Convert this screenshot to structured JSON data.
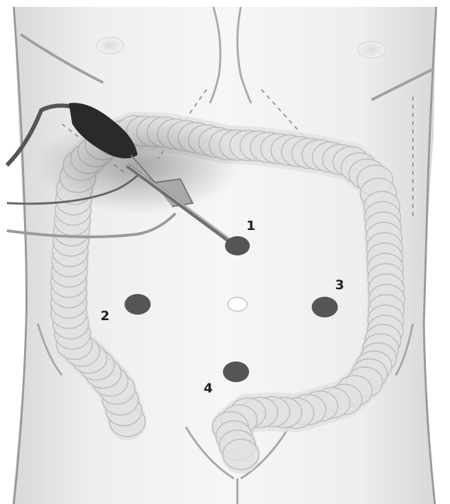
{
  "ports": [
    {
      "label": "1"
    },
    {
      "label": "2"
    },
    {
      "label": "3"
    },
    {
      "label": "4"
    }
  ],
  "colors": {
    "background": "#ffffff",
    "skin_base": "#f0f0f0",
    "body_outline": "#9a9a9a",
    "colon_fill": "#e2e2e2",
    "colon_outline": "#bdbdbd",
    "port_fill": "#555555",
    "navel_fill": "#ffffff",
    "label_color": "#1e1e1e",
    "instrument_dark": "#2a2a2a",
    "instrument_light": "#a8a8a8"
  },
  "icons": {
    "torso": "human-torso-outline",
    "colon": "large-intestine",
    "instrument": "laparoscope"
  }
}
